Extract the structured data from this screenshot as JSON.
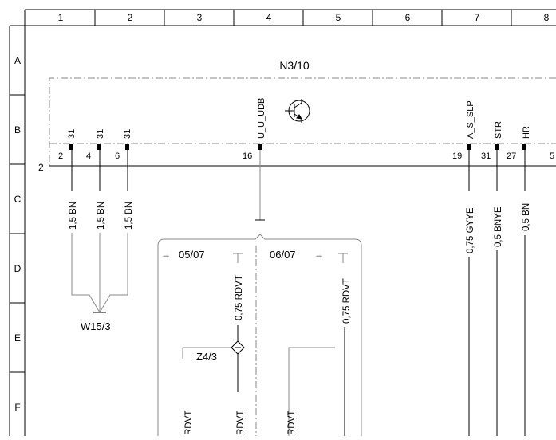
{
  "grid": {
    "columns": [
      "1",
      "2",
      "3",
      "4",
      "5",
      "6",
      "7",
      "8"
    ],
    "rows": [
      "A",
      "B",
      "C",
      "D",
      "E",
      "F"
    ]
  },
  "module": {
    "name": "N3/10",
    "signals": [
      "31",
      "31",
      "31",
      "U_U_UDB",
      "A_S_SLP",
      "STR",
      "HR"
    ],
    "pins": [
      "2",
      "4",
      "6",
      "16",
      "19",
      "31",
      "27",
      "5"
    ],
    "left_marker": "2"
  },
  "wires": [
    "1,5 BN",
    "1,5 BN",
    "1,5 BN",
    "0,75 GYYE",
    "0,5 BNYE",
    "0,5 BN"
  ],
  "ground": "W15/3",
  "variants": {
    "left": {
      "label": "05/07",
      "wire": "0,75 RDVT",
      "component": "Z4/3",
      "bottom_left": "RDVT",
      "bottom_right": "RDVT"
    },
    "right": {
      "label": "06/07",
      "wire": "0,75 RDVT",
      "bottom_left": "RDVT"
    }
  },
  "colors": {
    "line": "#000000",
    "dash": "#8a8a8a",
    "grid": "#000000"
  }
}
